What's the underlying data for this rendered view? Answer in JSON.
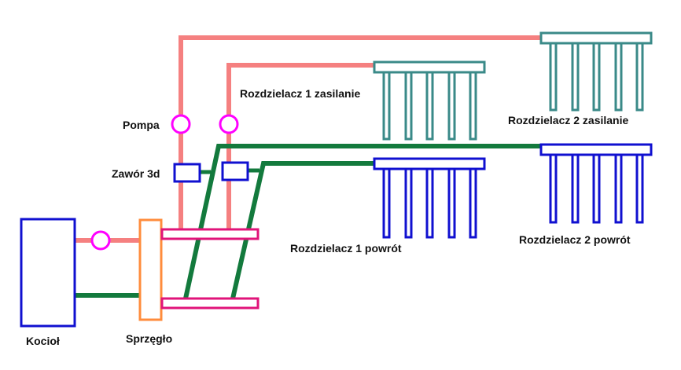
{
  "labels": {
    "boiler": "Kocioł",
    "coupler": "Sprzęgło",
    "pump": "Pompa",
    "valve": "Zawór 3d",
    "m1_supply": "Rozdzielacz 1 zasilanie",
    "m1_return": "Rozdzielacz 1 powrót",
    "m2_supply": "Rozdzielacz 2 zasilanie",
    "m2_return": "Rozdzielacz 2 powrót"
  },
  "colors": {
    "supply_pipe": "#f58080",
    "return_pipe": "#137a3d",
    "pump": "#ff00ff",
    "valve": "#1010d0",
    "boiler": "#1010d0",
    "coupler": "#ff8c3c",
    "header": "#e0147a",
    "manifold_supply": "#3a8a88",
    "manifold_return": "#1010d0"
  }
}
